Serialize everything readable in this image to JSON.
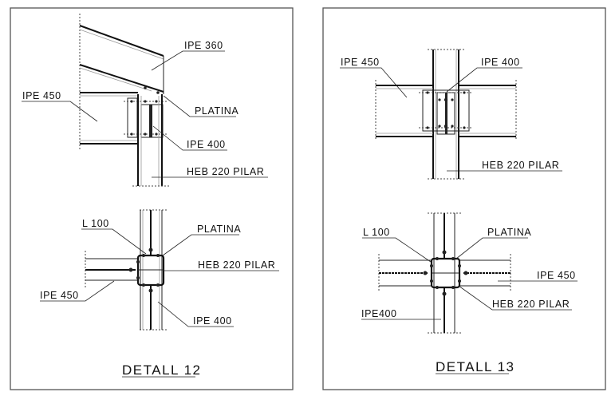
{
  "detail_12": {
    "title": "DETALL 12",
    "elevation_labels": {
      "ipe360": "IPE 360",
      "ipe450": "IPE 450",
      "platina": "PLATINA",
      "ipe400": "IPE 400",
      "heb220": "HEB 220 PILAR"
    },
    "plan_labels": {
      "l100": "L 100",
      "platina": "PLATINA",
      "heb220": "HEB 220 PILAR",
      "ipe450": "IPE 450",
      "ipe400": "IPE 400"
    }
  },
  "detail_13": {
    "title": "DETALL 13",
    "elevation_labels": {
      "ipe450": "IPE 450",
      "ipe400": "IPE 400",
      "heb220": "HEB 220 PILAR"
    },
    "plan_labels": {
      "l100": "L 100",
      "platina": "PLATINA",
      "ipe450": "IPE 450",
      "heb220": "HEB 220 PILAR",
      "ipe400": "IPE400"
    }
  }
}
